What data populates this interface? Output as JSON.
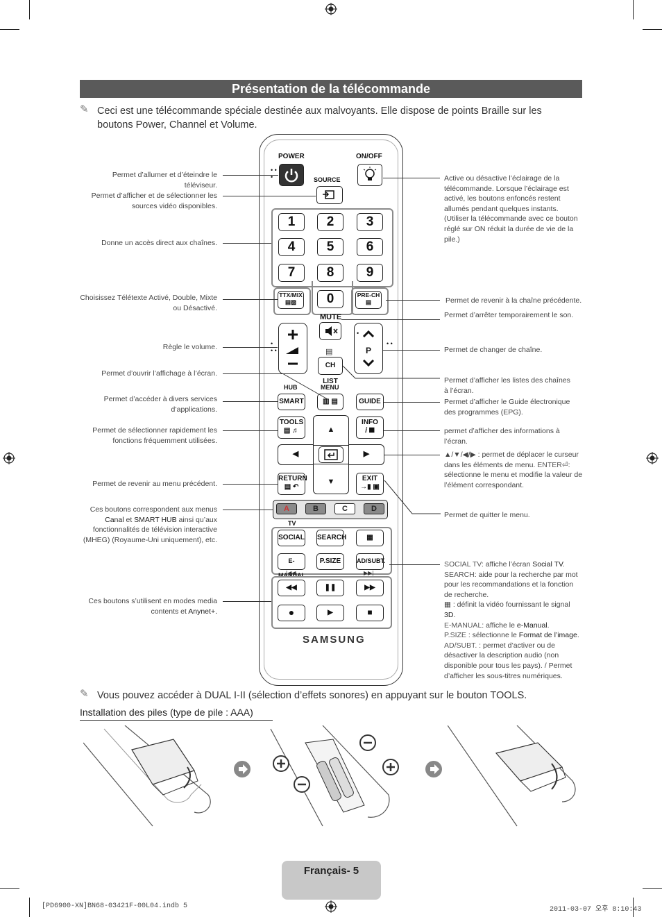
{
  "title": "Présentation de la télécommande",
  "intro_note": "Ceci est une télécommande spéciale destinée aux malvoyants. Elle dispose de points Braille sur les boutons Power, Channel et Volume.",
  "left_descriptions": {
    "power": "Permet d’allumer et d’éteindre le téléviseur.",
    "source": "Permet d’afficher et de sélectionner les sources vidéo disponibles.",
    "digits": "Donne un accès direct aux chaînes.",
    "ttx": "Choisissez Télétexte Activé, Double, Mixte ou Désactivé.",
    "volume": "Règle le volume.",
    "menu": "Permet d’ouvrir l’affichage à l’écran.",
    "smart": "Permet d’accéder à divers services d’applications.",
    "tools": "Permet de sélectionner rapidement les fonctions fréquemment utilisées.",
    "return": "Permet de revenir au menu précédent.",
    "color_pre": "Ces boutons correspondent aux menus ",
    "color_canal": "Canal",
    "color_et": " et ",
    "color_smarthub": "SMART HUB",
    "color_post": " ainsi qu’aux fonctionnalités de télévision interactive (MHEG) (Royaume-Uni uniquement), etc.",
    "media_pre": "Ces boutons s’utilisent en modes media contents et ",
    "media_anynet": "Anynet+."
  },
  "right_descriptions": {
    "onoff": "Active ou désactive l’éclairage de la télécommande. Lorsque l’éclairage est activé, les boutons enfoncés restent allumés pendant quelques instants. (Utiliser la télécommande avec ce bouton réglé sur ON réduit la durée de vie de la pile.)",
    "prech": "Permet de revenir à la chaîne précédente.",
    "mute": "Permet d’arrêter temporairement le son.",
    "channel": "Permet de changer de chaîne.",
    "chlist": "Permet d’afficher les listes des chaînes à l’écran.",
    "guide": "Permet d’afficher le Guide électronique des programmes (EPG).",
    "info": "permet d’afficher des informations à l’écran.",
    "nav_arrows": "▲/▼/◀/▶ : permet de déplacer le curseur dans les éléments de menu.",
    "nav_enter_label": "ENTER",
    "nav_enter": ": sélectionne le menu et modifie la valeur de l’élément correspondant.",
    "exit": "Permet de quitter le menu.",
    "social_label": "SOCIAL TV",
    "social_a": ": affiche l’écran ",
    "social_b": "Social TV",
    "search_label": "SEARCH",
    "search_text": ": aide pour la recherche par mot pour les recommandations et la fonction de recherche.",
    "threed_text": ": définit la vidéo fournissant le signal ",
    "threed_b": "3D",
    "emanual_label": "E-MANUAL",
    "emanual_a": ": affiche le ",
    "emanual_b": "e-Manual",
    "psize_label": "P.SIZE",
    "psize_a": " : sélectionne le ",
    "psize_b": "Format de l’image",
    "adsubt_label": "AD/SUBT.",
    "adsubt_text": " : permet d’activer ou de désactiver la description audio (non disponible pour tous les pays). / Permet d’afficher les sous-titres numériques."
  },
  "remote": {
    "power": "POWER",
    "onoff": "ON/OFF",
    "source": "SOURCE",
    "digits": [
      "1",
      "2",
      "3",
      "4",
      "5",
      "6",
      "7",
      "8",
      "9",
      "0"
    ],
    "ttx": "TTX/MIX",
    "prech": "PRE-CH",
    "mute": "MUTE",
    "p": "P",
    "chlist": "CH LIST",
    "hub": "HUB",
    "menu": "MENU",
    "smart": "SMART",
    "guide": "GUIDE",
    "tools": "TOOLS",
    "info": "INFO",
    "return": "RETURN",
    "exit": "EXIT",
    "colors": [
      "A",
      "B",
      "C",
      "D"
    ],
    "tv": "TV",
    "social": "SOCIAL",
    "search": "SEARCH",
    "emanual": "E-MANUAL",
    "psize": "P.SIZE",
    "adsubt": "AD/SUBT.",
    "brand": "SAMSUNG"
  },
  "dual_note_pre": "Vous pouvez accéder à DUAL I-II (sélection d’effets sonores) en appuyant sur le bouton ",
  "dual_note_tools": "TOOLS",
  "dual_note_post": ".",
  "battery_heading": "Installation des piles (type de pile : AAA)",
  "page_label": "Français- 5",
  "footer_file": "[PD6900-XN]BN68-03421F-00L04.indb   5",
  "footer_date": "2011-03-07   오후 8:10:43",
  "colors": {
    "title_bar": "#5a5a5a",
    "page_tab": "#c8c8c8",
    "group_border": "#8a8a8a",
    "color_a": "#d04040",
    "color_b": "#6a9a4a",
    "color_c": "#e0c040",
    "color_d": "#3a6ab0"
  }
}
